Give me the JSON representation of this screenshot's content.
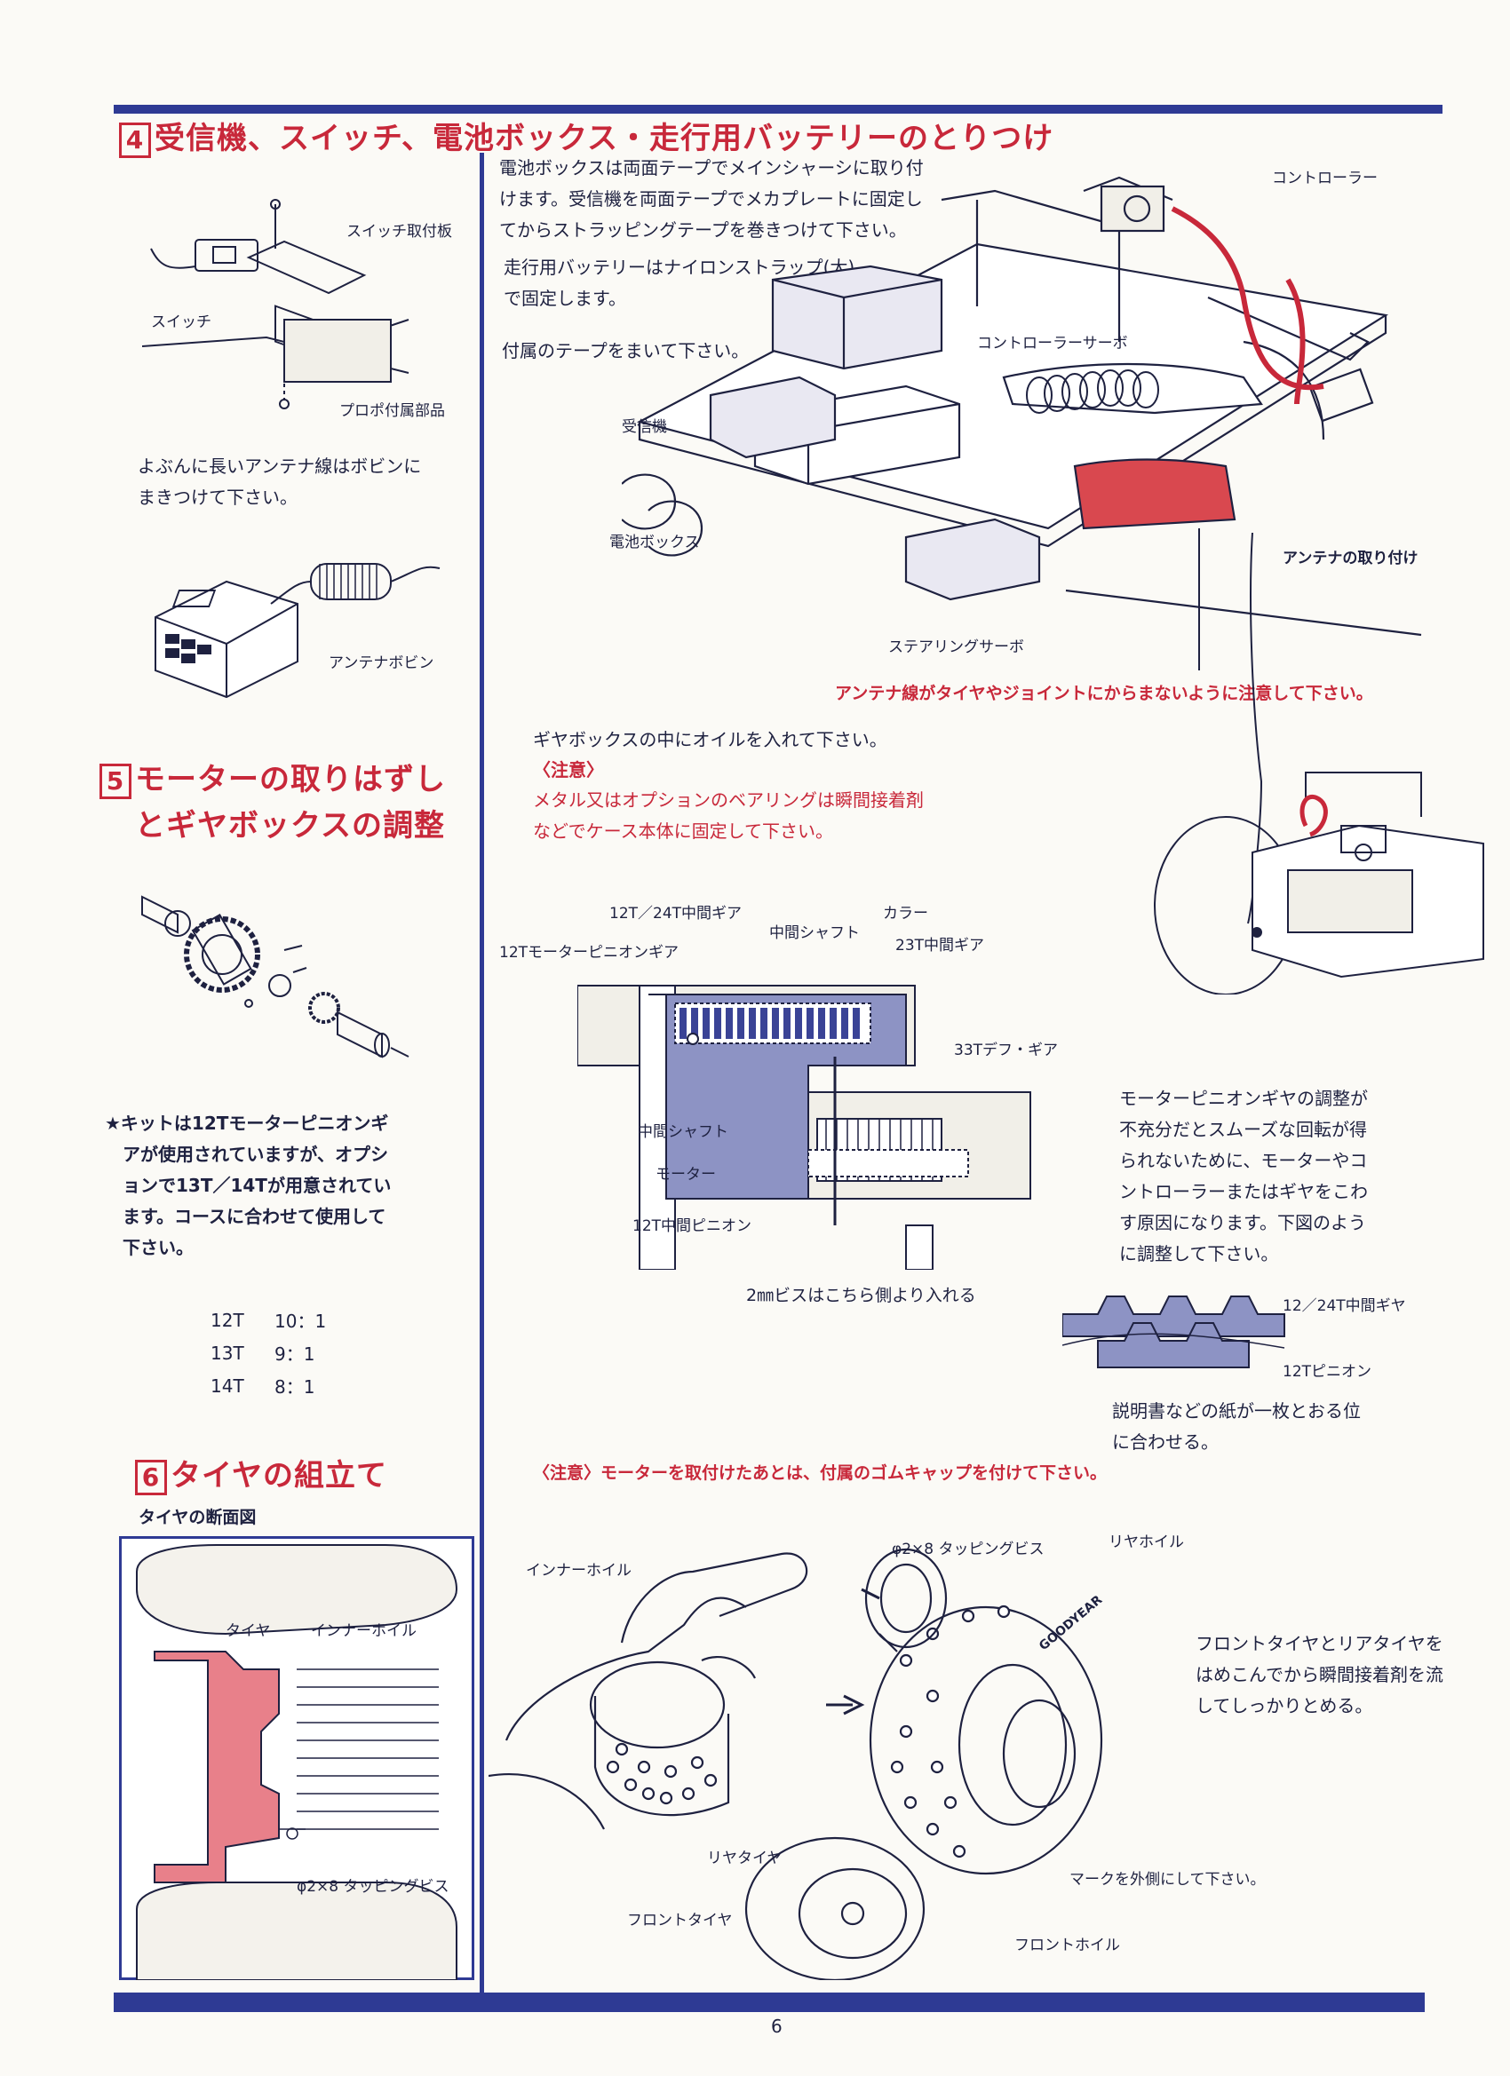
{
  "section4": {
    "number": "4",
    "title": "受信機、スイッチ、電池ボックス・走行用バッテリーのとりつけ",
    "switch_labels": {
      "mount_plate": "スイッチ取付板",
      "switch": "スイッチ",
      "propo_parts": "プロポ付属部品"
    },
    "antenna_note": "よぶんに長いアンテナ線はボビンに\nまきつけて下さい。",
    "antenna_bobbin": "アンテナボビン",
    "instruction1": "電池ボックスは両面テープでメインシャーシに取り付\nけます。受信機を両面テープでメカプレートに固定し\nてからストラッピングテープを巻きつけて下さい。",
    "instruction2": "走行用バッテリーはナイロンストラップ(大)\nで固定します。",
    "instruction3": "付属のテープをまいて下さい。",
    "labels": {
      "controller": "コントローラー",
      "controller_servo": "コントローラーサーボ",
      "receiver": "受信機",
      "battery_box": "電池ボックス",
      "steering_servo": "ステアリングサーボ",
      "antenna_mount": "アンテナの取り付け"
    },
    "antenna_warning": "アンテナ線がタイヤやジョイントにからまないように注意して下さい。"
  },
  "section5": {
    "number": "5",
    "title_line1": "モーターの取りはずし",
    "title_line2": "とギヤボックスの調整",
    "oil_note": "ギヤボックスの中にオイルを入れて下さい。",
    "caution_head": "〈注意〉",
    "caution_body": "メタル又はオプションのベアリングは瞬間接着剤\nなどでケース本体に固定して下さい。",
    "kit_note": "★キットは12Tモーターピニオンギ\n　アが使用されていますが、オプシ\n　ョンで13T／14Tが用意されてい\n　ます。コースに合わせて使用して\n　下さい。",
    "ratios": [
      {
        "teeth": "12T",
        "ratio": "10：1"
      },
      {
        "teeth": "13T",
        "ratio": "9：1"
      },
      {
        "teeth": "14T",
        "ratio": "8：1"
      }
    ],
    "gear_labels": {
      "g12_24": "12T／24T中間ギア",
      "motor_pinion": "12Tモーターピニオンギア",
      "mid_shaft_top": "中間シャフト",
      "collar": "カラー",
      "g23": "23T中間ギア",
      "diff": "33Tデフ・ギア",
      "mid_shaft": "中間シャフト",
      "motor": "モーター",
      "pinion12": "12T中間ピニオン",
      "screw_note": "2㎜ビスはこちら側より入れる"
    },
    "adjust_note": "モーターピニオンギヤの調整が\n不充分だとスムーズな回転が得\nられないために、モーターやコ\nントローラーまたはギヤをこわ\nす原因になります。下図のよう\nに調整して下さい。",
    "mesh_labels": {
      "top": "12／24T中間ギヤ",
      "bottom": "12Tピニオン"
    },
    "paper_note": "説明書などの紙が一枚とおる位\nに合わせる。",
    "motor_caution": "〈注意〉モーターを取付けたあとは、付属のゴムキャップを付けて下さい。"
  },
  "section6": {
    "number": "6",
    "title": "タイヤの組立て",
    "cross_section": "タイヤの断面図",
    "labels": {
      "tire": "タイヤ",
      "inner_wheel": "インナーホイル",
      "tapping_screw": "φ2×8 タッピングビス",
      "inner_wheel2": "インナーホイル",
      "tapping_screw2": "φ2×8 タッピングビス",
      "rear_wheel": "リヤホイル",
      "rear_tire": "リヤタイヤ",
      "front_tire": "フロントタイヤ",
      "front_wheel": "フロントホイル",
      "mark_out": "マークを外側にして下さい。"
    },
    "glue_note": "フロントタイヤとリアタイヤを\nはめこんでから瞬間接着剤を流\nしてしっかりとめる。",
    "tire_brand": "GOODYEAR"
  },
  "footer": {
    "page_number": "6"
  },
  "colors": {
    "navy": "#2e3a94",
    "red": "#c8283a",
    "paper": "#fbfaf6"
  }
}
